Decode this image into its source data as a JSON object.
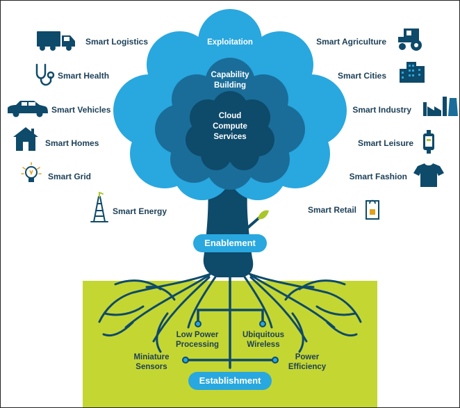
{
  "tree": {
    "outer_label": "Exploitation",
    "middle_label": "Capability Building",
    "inner_label": "Cloud Compute Services",
    "trunk_label": "Enablement",
    "base_label": "Establishment"
  },
  "roots": {
    "low_power": "Low Power Processing",
    "ubiquitous": "Ubiquitous Wireless",
    "miniature": "Miniature Sensors",
    "power_eff": "Power Efficiency"
  },
  "left_items": [
    {
      "label": "Smart Logistics",
      "icon": "truck-icon"
    },
    {
      "label": "Smart Health",
      "icon": "stethoscope-icon"
    },
    {
      "label": "Smart Vehicles",
      "icon": "car-icon"
    },
    {
      "label": "Smart Homes",
      "icon": "house-icon"
    },
    {
      "label": "Smart Grid",
      "icon": "lightbulb-icon"
    },
    {
      "label": "Smart Energy",
      "icon": "oil-derrick-icon"
    }
  ],
  "right_items": [
    {
      "label": "Smart Agriculture",
      "icon": "tractor-icon"
    },
    {
      "label": "Smart Cities",
      "icon": "buildings-icon"
    },
    {
      "label": "Smart Industry",
      "icon": "factory-icon"
    },
    {
      "label": "Smart Leisure",
      "icon": "smartwatch-icon"
    },
    {
      "label": "Smart Fashion",
      "icon": "tshirt-icon"
    },
    {
      "label": "Smart Retail",
      "icon": "shopping-bag-icon"
    }
  ],
  "colors": {
    "outer_cloud": "#29a7df",
    "middle_cloud": "#1a6d99",
    "inner_cloud": "#0e4a6a",
    "trunk": "#0e4a6a",
    "ground": "#c4d632",
    "text": "#1c3f57"
  }
}
